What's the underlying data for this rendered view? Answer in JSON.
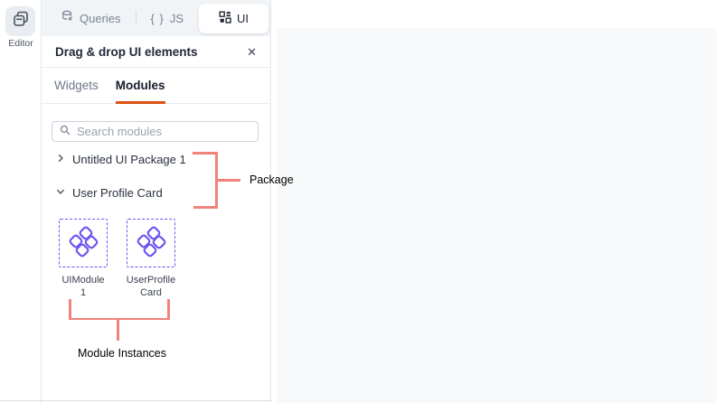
{
  "rail": {
    "editor_label": "Editor"
  },
  "top_tabs": {
    "queries": "Queries",
    "js": "JS",
    "js_braces": "{ }",
    "ui": "UI"
  },
  "panel": {
    "title": "Drag & drop UI elements",
    "close_glyph": "✕",
    "tabs": {
      "widgets": "Widgets",
      "modules": "Modules"
    },
    "search_placeholder": "Search modules",
    "tree": [
      {
        "label": "Untitled UI Package 1",
        "state": "collapsed"
      },
      {
        "label": "User Profile Card",
        "state": "expanded"
      }
    ],
    "modules": [
      {
        "label": "UIModule 1"
      },
      {
        "label": "UserProfileCard"
      }
    ]
  },
  "annotations": {
    "package": "Package",
    "module_instances": "Module Instances"
  },
  "colors": {
    "accent_orange": "#DC5414",
    "module_purple": "#6C53F0",
    "annotation_salmon": "#F0827B",
    "panel_border": "#E3E7EC",
    "canvas_gray": "#F7F9FB"
  }
}
